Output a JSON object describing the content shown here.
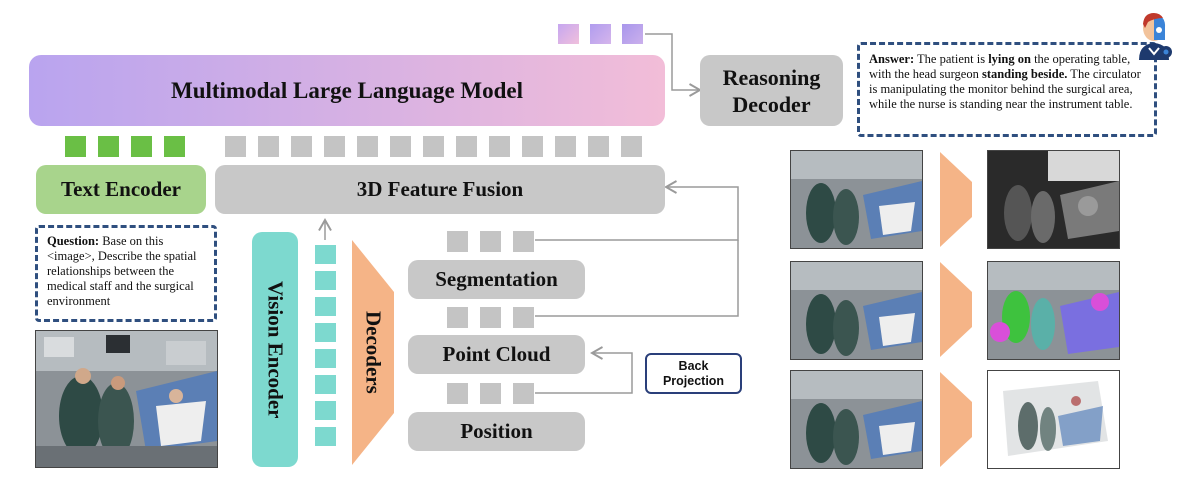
{
  "mllm_label": "Multimodal Large Language Model",
  "reasoning_label_1": "Reasoning",
  "reasoning_label_2": "Decoder",
  "text_encoder_label": "Text Encoder",
  "fusion_label": "3D Feature Fusion",
  "vision_encoder_label": "Vision Encoder",
  "decoders_label": "Decoders",
  "segmentation_label": "Segmentation",
  "point_cloud_label": "Point Cloud",
  "position_label": "Position",
  "back_projection_1": "Back",
  "back_projection_2": "Projection",
  "question": {
    "prefix": "Question:",
    "text": "Base on this <image>, Describe the spatial relationships between the medical staff and the surgical environment"
  },
  "answer": {
    "prefix": "Answer:",
    "t1": " The patient is ",
    "b1": "lying on",
    "t2": " the operating table, with the head surgeon ",
    "b2": "standing beside.",
    "t3": " The circulator is manipulating the monitor behind the surgical area, while the nurse is standing near the instrument table."
  },
  "colors": {
    "mllm_gradient_start": "#b9a4ef",
    "mllm_gradient_end": "#f2bdd8",
    "text_encoder": "#a8d48c",
    "token_green": "#6abf45",
    "token_gray": "#c4c4c4",
    "box_gray": "#c8c8c8",
    "vision_encoder": "#7dd9cf",
    "decoders": "#f5b487",
    "dashed_border": "#2f4f7f",
    "back_projection_border": "#2a3f7a"
  },
  "icons": [
    "doctor-icon",
    "gear-icon"
  ]
}
